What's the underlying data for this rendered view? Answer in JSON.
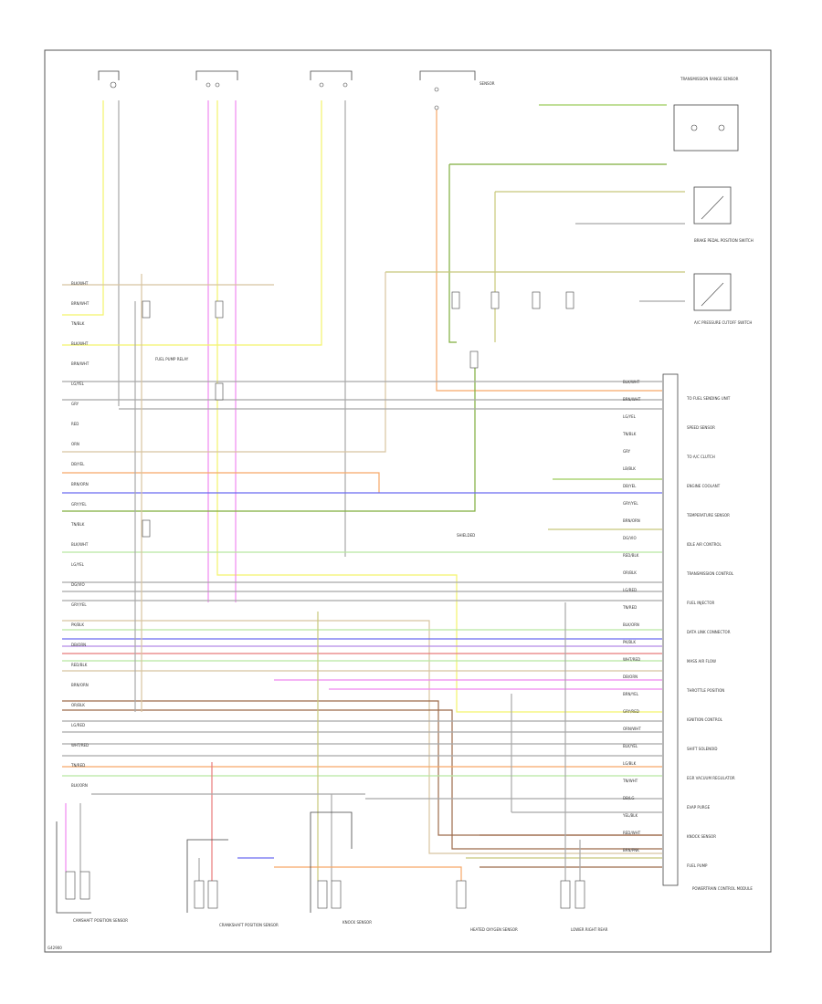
{
  "colors": {
    "frame": "#555555",
    "yellow": "#f4f46a",
    "pink": "#ef88ef",
    "orange": "#f6a868",
    "red": "#e87a7a",
    "blue": "#6a6af0",
    "green": "#9ccc5a",
    "darkgreen": "#7fae3c",
    "olive": "#c8c87a",
    "tan": "#d8c4a0",
    "brown": "#9c6a4a",
    "gray": "#a8a8a8",
    "lightgreen": "#b8e6a0",
    "violet": "#b48ae6"
  },
  "labels": {
    "ecu_title": "POWERTRAIN CONTROL MODULE",
    "bottom_left_code": "G42900",
    "top_component": "SENSOR",
    "right_component_1": "TRANSMISSION RANGE SENSOR",
    "right_component_2": "BRAKE PEDAL POSITION SWITCH",
    "right_component_3": "A/C PRESSURE CUTOFF SWITCH",
    "bottom_component_1": "CAMSHAFT POSITION SENSOR",
    "bottom_component_2": "CRANKSHAFT POSITION SENSOR",
    "bottom_component_3": "KNOCK SENSOR",
    "bottom_component_4": "HEATED OXYGEN SENSOR",
    "bottom_right_note": "LOWER RIGHT REAR",
    "mid_note_1": "FUEL PUMP RELAY",
    "mid_note_2": "SHIELDED"
  },
  "right_blocks": [
    "TO FUEL SENDING UNIT",
    "SPEED SENSOR",
    "TO A/C CLUTCH",
    "ENGINE COOLANT",
    "TEMPERATURE SENSOR",
    "IDLE AIR CONTROL",
    "TRANSMISSION CONTROL",
    "FUEL INJECTOR",
    "DATA LINK CONNECTOR",
    "MASS AIR FLOW",
    "THROTTLE POSITION",
    "IGNITION CONTROL",
    "SHIFT SOLENOID",
    "EGR VACUUM REGULATOR",
    "EVAP PURGE",
    "KNOCK SENSOR",
    "FUEL PUMP"
  ],
  "left_wire_tags": [
    "BLK/WHT",
    "BRN/WHT",
    "TN/BLK",
    "BLK/WHT",
    "BRN/WHT",
    "LG/YEL",
    "GRY",
    "RED",
    "ORN",
    "DB/YEL",
    "BRN/ORN",
    "GRY/YEL",
    "TN/BLK",
    "BLK/WHT",
    "LG/YEL",
    "DG/VIO",
    "GRY/YEL",
    "PK/BLK",
    "DB/ORN",
    "RED/BLK",
    "BRN/ORN",
    "OR/BLK",
    "LG/RED",
    "WHT/RED",
    "TN/RED",
    "BLK/ORN"
  ],
  "right_wire_tags": [
    "BLK/WHT",
    "BRN/WHT",
    "LG/YEL",
    "TN/BLK",
    "GRY",
    "LB/BLK",
    "DB/YEL",
    "GRY/YEL",
    "BRN/ORN",
    "DG/VIO",
    "RED/BLK",
    "OR/BLK",
    "LG/RED",
    "TN/RED",
    "BLK/ORN",
    "PK/BLK",
    "WHT/RED",
    "DB/ORN",
    "BRN/YEL",
    "GRY/RED",
    "ORN/WHT",
    "BLK/YEL",
    "LG/BLK",
    "TN/WHT",
    "DB/LG",
    "YEL/BLK",
    "RED/WHT",
    "BRN/PNK"
  ]
}
